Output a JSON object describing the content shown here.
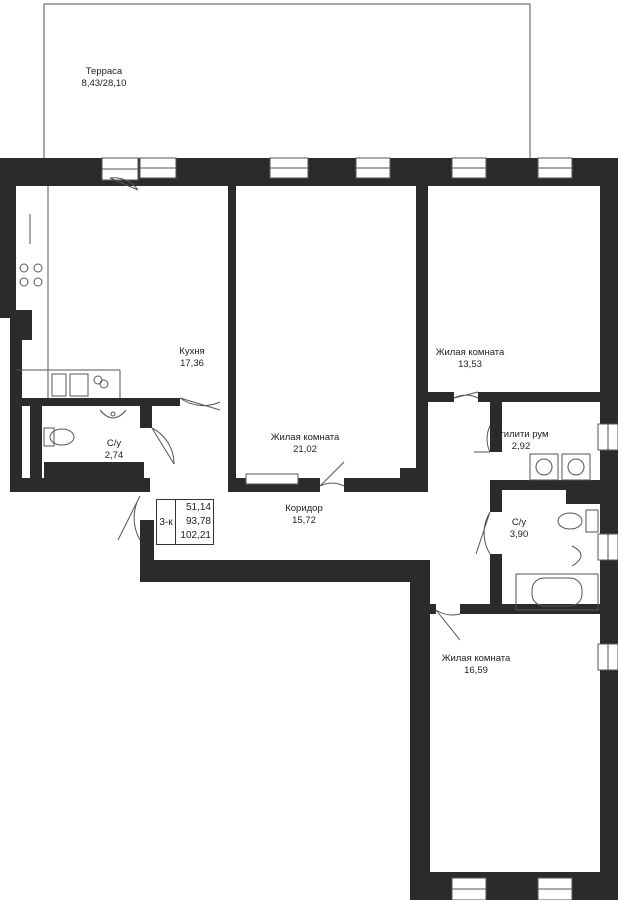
{
  "rooms": [
    {
      "id": "terrace",
      "name": "Терраса",
      "area": "8,43/28,10"
    },
    {
      "id": "kitchen",
      "name": "Кухня",
      "area": "17,36"
    },
    {
      "id": "bath1",
      "name": "С/у",
      "area": "2,74"
    },
    {
      "id": "living1",
      "name": "Жилая комната",
      "area": "21,02"
    },
    {
      "id": "living2",
      "name": "Жилая комната",
      "area": "13,53"
    },
    {
      "id": "utility",
      "name": "Утилити рум",
      "area": "2,92"
    },
    {
      "id": "corridor",
      "name": "Коридор",
      "area": "15,72"
    },
    {
      "id": "bath2",
      "name": "С/у",
      "area": "3,90"
    },
    {
      "id": "living3",
      "name": "Жилая комната",
      "area": "16,59"
    }
  ],
  "summary": {
    "type": "3-к",
    "living_area": "51,14",
    "total_area": "93,78",
    "total_with_terrace": "102,21"
  },
  "colors": {
    "wall": "#2b2b2b",
    "line": "#555555",
    "background": "#ffffff"
  }
}
